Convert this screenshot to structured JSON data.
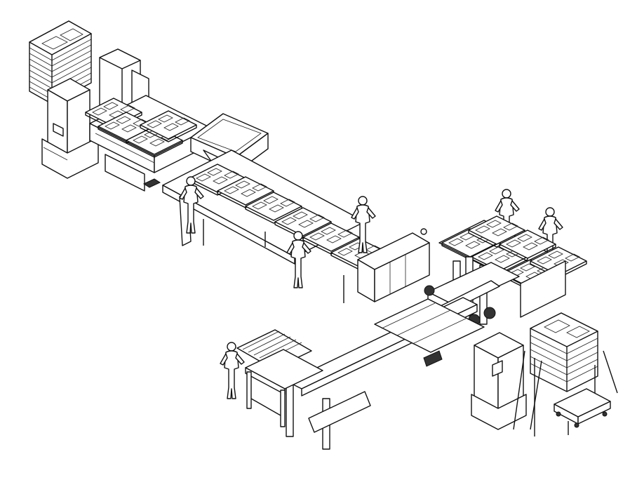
{
  "figure": {
    "background": "#ffffff",
    "line_color": "#111111",
    "components": [
      "pallet-stack-left",
      "machine-cabinet-left",
      "lift-frame",
      "press-station",
      "hopper",
      "roller-conveyor-main",
      "operator",
      "control-cabinet",
      "gantry-robot",
      "roller-conveyor-lower",
      "cross-conveyor",
      "machine-cabinet-right",
      "pallet-stack-right",
      "cart"
    ]
  }
}
